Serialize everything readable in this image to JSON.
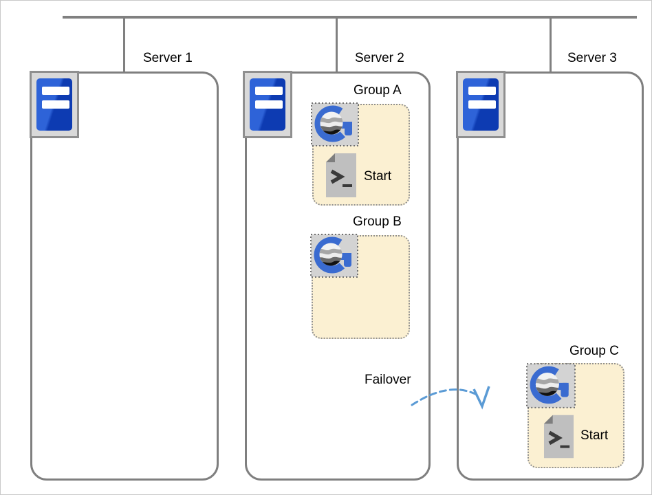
{
  "figure": {
    "type": "cluster-failover-diagram",
    "description": "Three servers on one network with cluster application groups"
  },
  "servers": [
    {
      "label": "Server 1"
    },
    {
      "label": "Server 2"
    },
    {
      "label": "Server 3"
    }
  ],
  "groups": [
    {
      "name": "Group A",
      "host": "Server 2",
      "script_label": "Start"
    },
    {
      "name": "Group B",
      "host": "Server 2"
    },
    {
      "name": "Group C",
      "host": "Server 3",
      "script_label": "Start"
    }
  ],
  "failover": {
    "label": "Failover",
    "from": "Server 2",
    "to": "Server 3"
  },
  "icons": {
    "server": "server-icon",
    "group": "cluster-application-icon",
    "script": "script-file-icon",
    "arrow": "failover-arrow-icon"
  },
  "colors": {
    "line_gray": "#7f7f7f",
    "group_fill": "#fbf0d2",
    "icon_square_fill": "#d3d3d3",
    "server_blue_light": "#2e63d8",
    "server_blue_dark": "#0d3bb2",
    "logo_blue": "#3a6bd0",
    "arrow_blue": "#5b9bd5"
  }
}
